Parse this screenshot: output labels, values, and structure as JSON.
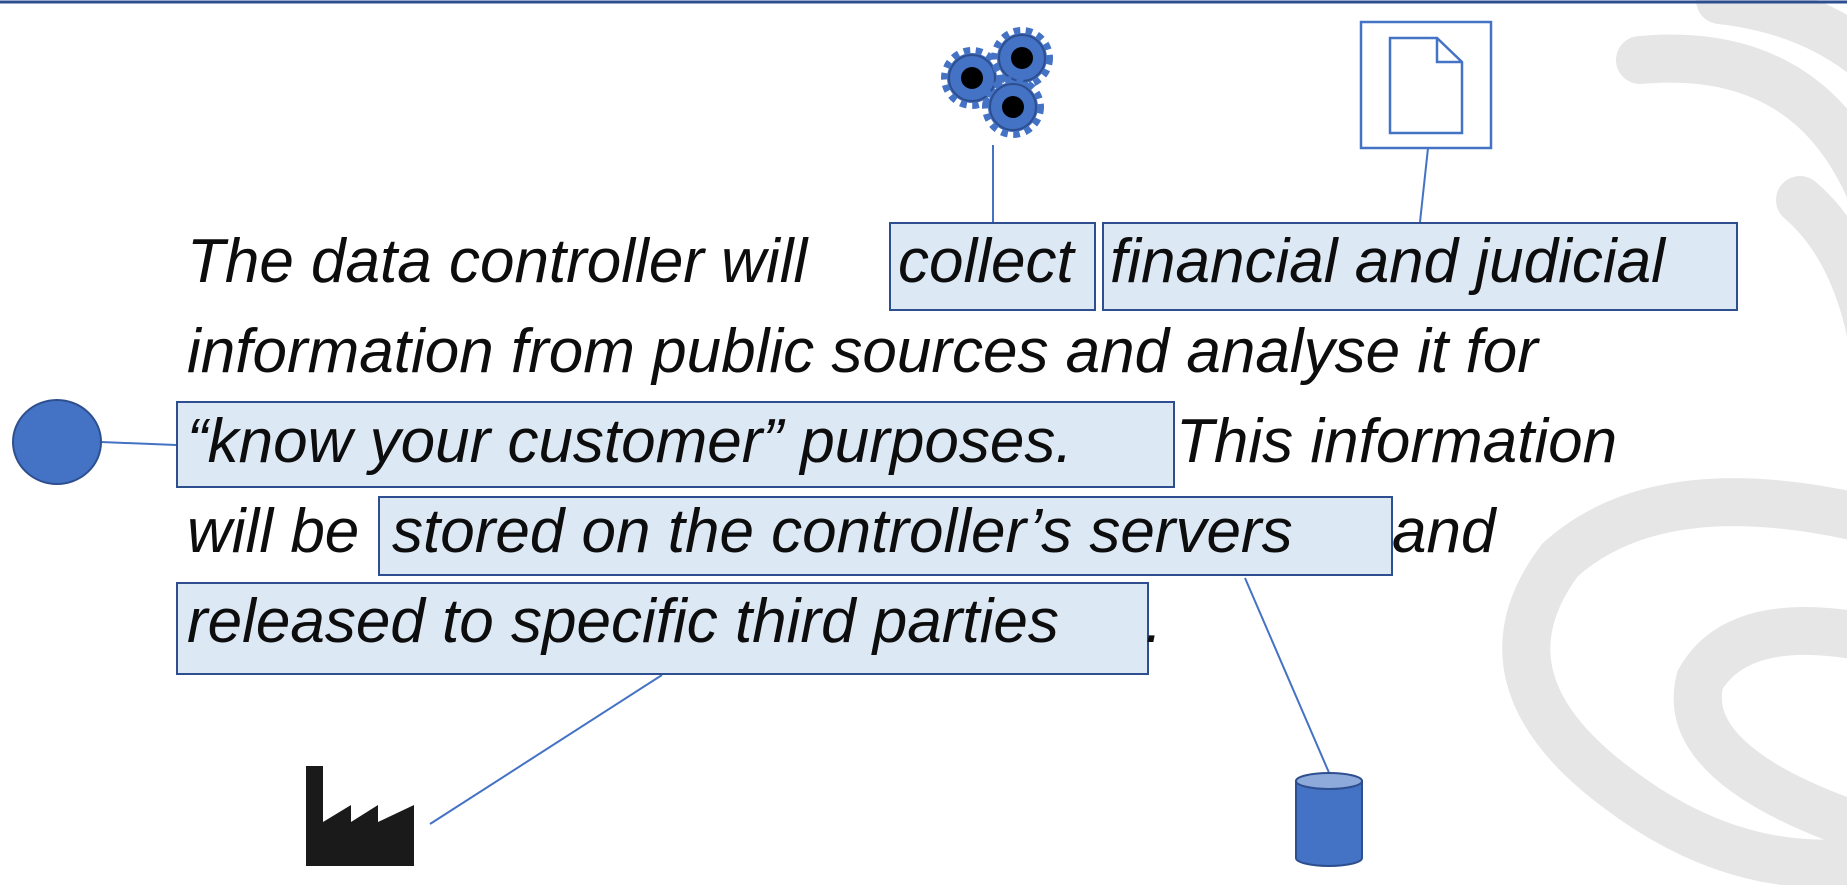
{
  "diagram": {
    "sentence_lines": [
      "The data controller will ",
      "collect",
      "financial and judicial",
      "information from public sources and analyse it for",
      "“know your customer” purposes.",
      " This information",
      "will be ",
      "stored on the controller’s servers",
      " and",
      "released to specific third parties",
      "."
    ],
    "icons": {
      "processing": "gears-icon",
      "data_item": "document-icon",
      "data_subject": "circle-person-icon",
      "recipient": "factory-icon",
      "storage": "database-cylinder-icon"
    },
    "colors": {
      "accent": "#4472c4",
      "highlight_fill": "#dde8f5",
      "highlight_border": "#2e4f8f",
      "text": "#0d0d0d",
      "watermark": "#e6e6e6",
      "factory": "#1a1a1a"
    }
  }
}
